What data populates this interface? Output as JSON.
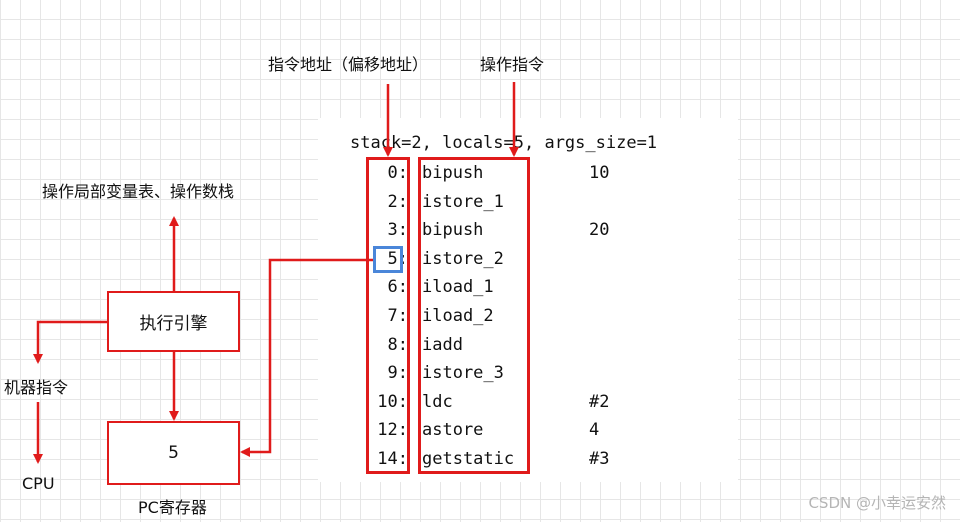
{
  "labels": {
    "instruction_address": "指令地址（偏移地址）",
    "operation_instruction": "操作指令",
    "operate_local_vars": "操作局部变量表、操作数栈",
    "machine_instruction": "机器指令",
    "cpu": "CPU",
    "pc_register_label": "PC寄存器",
    "execution_engine": "执行引擎",
    "pc_value": "5"
  },
  "code": {
    "header": "stack=2, locals=5, args_size=1",
    "rows": [
      {
        "offset": "0:",
        "op": "bipush",
        "arg": "10"
      },
      {
        "offset": "2:",
        "op": "istore_1",
        "arg": ""
      },
      {
        "offset": "3:",
        "op": "bipush",
        "arg": "20"
      },
      {
        "offset": "5:",
        "op": "istore_2",
        "arg": ""
      },
      {
        "offset": "6:",
        "op": "iload_1",
        "arg": ""
      },
      {
        "offset": "7:",
        "op": "iload_2",
        "arg": ""
      },
      {
        "offset": "8:",
        "op": "iadd",
        "arg": ""
      },
      {
        "offset": "9:",
        "op": "istore_3",
        "arg": ""
      },
      {
        "offset": "10:",
        "op": "ldc",
        "arg": "#2"
      },
      {
        "offset": "12:",
        "op": "astore",
        "arg": "4"
      },
      {
        "offset": "14:",
        "op": "getstatic",
        "arg": "#3"
      }
    ]
  },
  "watermark": "CSDN @小幸运安然",
  "colors": {
    "arrow": "#e01b1b",
    "highlight": "#4a86d9"
  }
}
